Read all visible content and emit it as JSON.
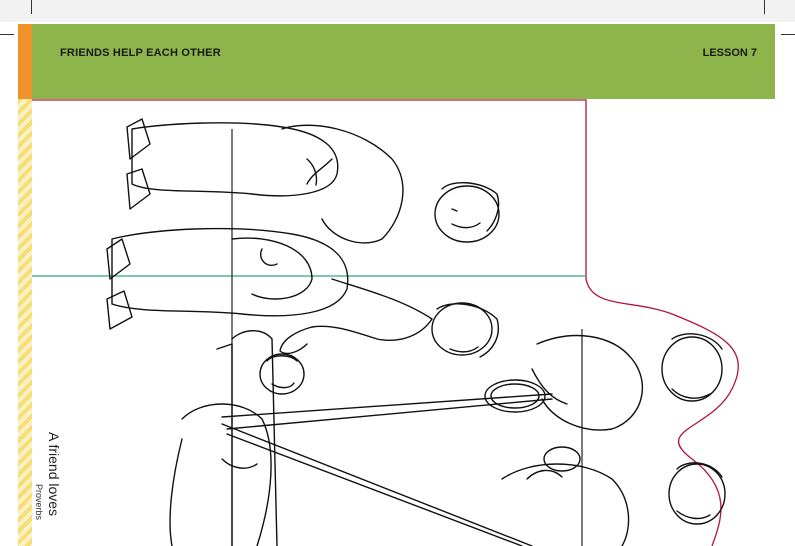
{
  "header": {
    "title": "FRIENDS HELP EACH OTHER",
    "lesson": "LESSON 7"
  },
  "verse": {
    "text": "A friend loves",
    "reference": "Proverbs"
  },
  "colors": {
    "header_green": "#8db54b",
    "accent_orange": "#f0932b",
    "stripe_yellow": "#f6dd74",
    "fold_line_green": "#2eaa7a",
    "cut_line_red": "#b3123a"
  },
  "illustration": {
    "icon": "coloring-page-illustration"
  }
}
